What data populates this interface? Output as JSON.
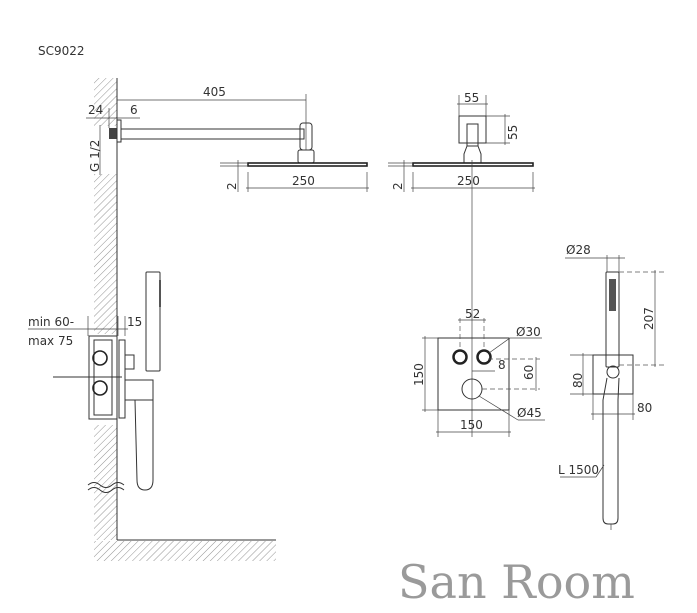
{
  "model": "SC9022",
  "side_view": {
    "arm_length": "405",
    "flange_offset": "24",
    "flange_thickness": "6",
    "thread": "G 1/2",
    "head_thickness": "2",
    "head_width": "250",
    "wall_depth_line1": "min 60-",
    "wall_depth_line2": "max 75",
    "trim_depth": "15"
  },
  "front_view": {
    "connector_width": "55",
    "connector_height": "55",
    "head_thickness": "2",
    "head_width": "250"
  },
  "mixer_plate": {
    "button_spacing": "52",
    "button_diameter": "Ø30",
    "offset": "8",
    "vertical_spacing": "60",
    "plate_height": "150",
    "plate_width": "150",
    "knob_diameter": "Ø45"
  },
  "hand_shower": {
    "handle_diameter": "Ø28",
    "handle_length": "207",
    "holder_height": "80",
    "holder_width": "80",
    "hose_length": "L 1500"
  },
  "watermark": "San Room"
}
